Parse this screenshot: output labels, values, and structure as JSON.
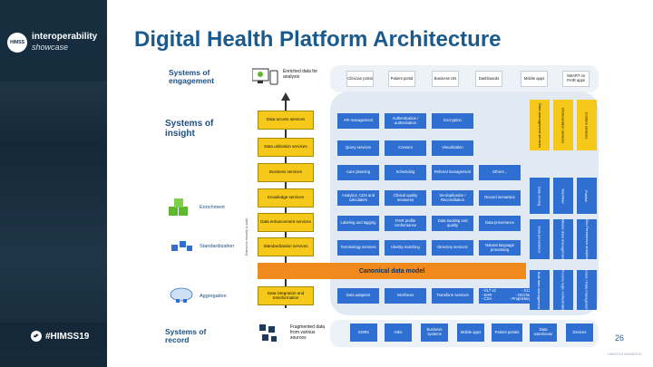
{
  "branding": {
    "badge": "HIMSS",
    "name": "interoperability",
    "sub": "showcase",
    "hashtag": "#HIMSS19"
  },
  "title": "Digital Health Platform Architecture",
  "page_number": "26",
  "footer": "HIMSS19 #HIMSS19",
  "sections": {
    "engagement": "Systems of engagement",
    "insight": "Systems of insight",
    "record": "Systems of record",
    "enrichment": "Enrichment",
    "standardization": "Standardization",
    "aggregation": "Aggregation",
    "vertical_label": "Enterprise security & audit",
    "enriched_data": "Enriched data for analysis",
    "fragmented": "Fragmented data from various sources"
  },
  "engagement_items": [
    "Clinician portal",
    "Patient portal",
    "Business UIs",
    "Dashboards",
    "Mobile apps",
    "SMART on FHIR apps"
  ],
  "services": [
    {
      "label": "Data access services",
      "items": [
        "API management",
        "Authentication / authorization",
        "Encryption"
      ]
    },
    {
      "label": "Data utilization services",
      "items": [
        "Query services",
        "Consent",
        "Visualization"
      ]
    },
    {
      "label": "Business services",
      "items": [
        "Care planning",
        "Scheduling",
        "Referral management",
        "Others..."
      ]
    },
    {
      "label": "Knowledge services",
      "items": [
        "Analytics, CDS and calculators",
        "Clinical quality measures",
        "De-duplication / Reconciliation",
        "Record semantics"
      ]
    },
    {
      "label": "Data enhancement services",
      "items": [
        "Labeling and tagging",
        "FHIR profile conformance",
        "Data tracking and quality",
        "Data provenance"
      ]
    },
    {
      "label": "Standardization services",
      "items": [
        "Terminology services",
        "Identity matching",
        "Directory services",
        "Natural language processing"
      ]
    }
  ],
  "canonical": "Canonical data model",
  "integration": {
    "label": "Data integration and transformation",
    "items": [
      "Data adapters",
      "Interfaces",
      "Transform services"
    ],
    "formats": [
      "- HL7 v2",
      "- EHR",
      "- CDA",
      "- X12",
      "- DICOM",
      "- Proprietary"
    ]
  },
  "right_columns": [
    {
      "label": "Data management services",
      "color": "yellow"
    },
    {
      "label": "Orchestration services",
      "color": "yellow"
    },
    {
      "label": "Content services",
      "color": "yellow"
    },
    {
      "label": "Data storing",
      "color": "blue"
    },
    {
      "label": "Workflow",
      "color": "blue"
    },
    {
      "label": "Publish",
      "color": "blue"
    },
    {
      "label": "Data persistence",
      "color": "blue"
    },
    {
      "label": "Master data management",
      "color": "blue"
    },
    {
      "label": "Bio-Persistence analytics",
      "color": "blue"
    },
    {
      "label": "Bulk data management",
      "color": "blue"
    },
    {
      "label": "Process logic orchestration",
      "color": "blue"
    },
    {
      "label": "Event / Data management",
      "color": "blue"
    }
  ],
  "records": [
    "EMRs",
    "HIEs",
    "Business systems",
    "Mobile apps",
    "Patient portals",
    "Data warehouse",
    "Devices"
  ]
}
